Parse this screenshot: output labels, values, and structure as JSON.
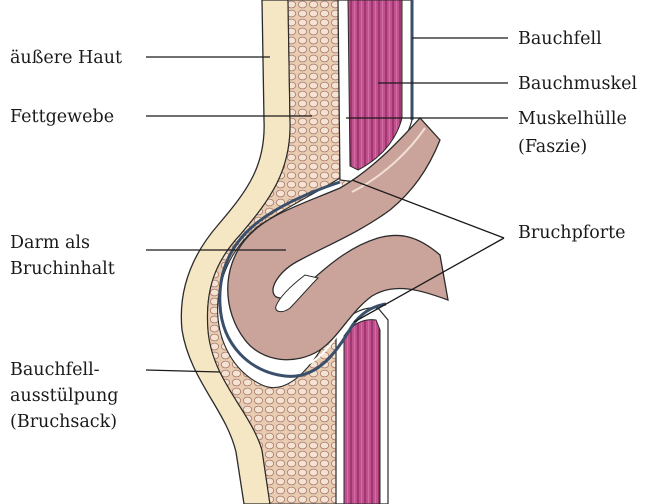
{
  "labels": {
    "outer_skin": "äußere Haut",
    "fat_tissue": "Fettgewebe",
    "bowel_line1": "Darm als",
    "bowel_line2": "Bruchinhalt",
    "sac_line1": "Bauchfell-",
    "sac_line2": "ausstülpung",
    "sac_line3": "(Bruchsack)",
    "peritoneum": "Bauchfell",
    "abdominal_muscle": "Bauchmuskel",
    "fascia_line1": "Muskelhülle",
    "fascia_line2": "(Faszie)",
    "hernial_orifice": "Bruchpforte"
  },
  "colors": {
    "skin": "#f6e7c4",
    "fat": "#e9cdb3",
    "fat_cells": "#a8796a",
    "muscle": "#c2508f",
    "muscle_stripe": "#7d1f52",
    "fascia": "#ffffff",
    "outline": "#2b2b2b",
    "bowel": "#caa49a",
    "bowel_shadow": "#b38a80",
    "peritoneum_line": "#3a4f6a"
  }
}
